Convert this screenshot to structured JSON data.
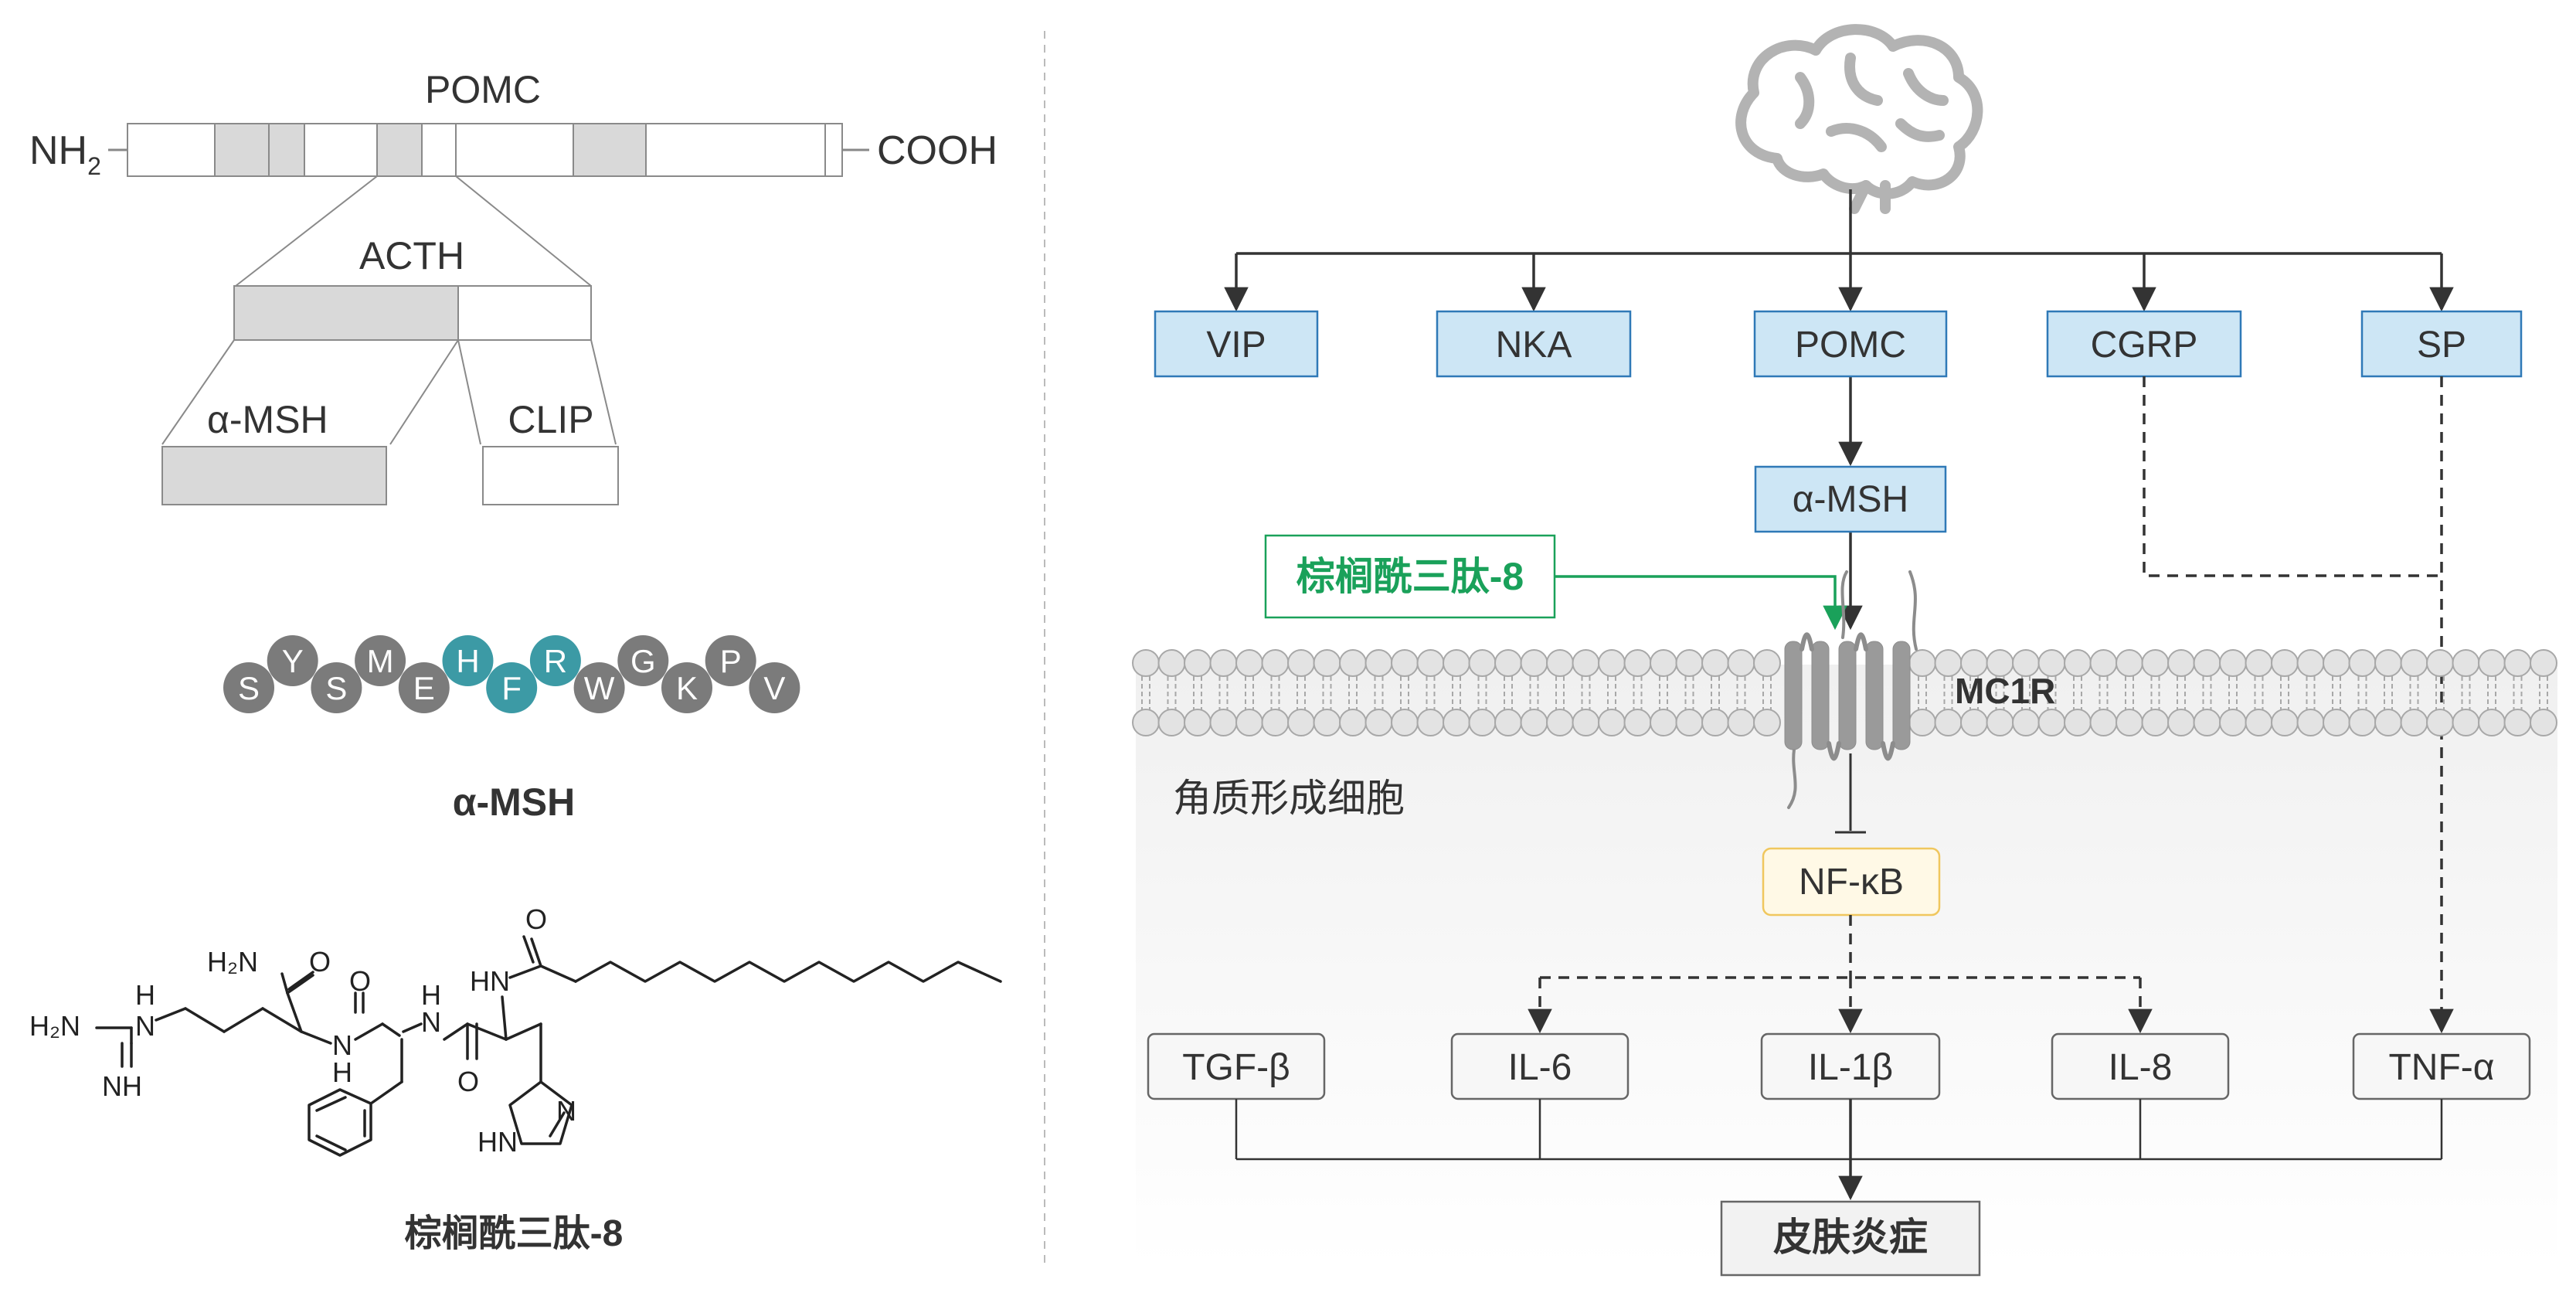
{
  "pomc_section": {
    "nh2_label": "NH",
    "nh2_subscript": "2",
    "cooh_label": "COOH",
    "pomc_label": "POMC",
    "acth_label": "ACTH",
    "amsh_label": "α-MSH",
    "clip_label": "CLIP"
  },
  "peptide": {
    "title": "α-MSH",
    "residues": [
      {
        "letter": "S",
        "highlight": false
      },
      {
        "letter": "Y",
        "highlight": false
      },
      {
        "letter": "S",
        "highlight": false
      },
      {
        "letter": "M",
        "highlight": false
      },
      {
        "letter": "E",
        "highlight": false
      },
      {
        "letter": "H",
        "highlight": true
      },
      {
        "letter": "F",
        "highlight": true
      },
      {
        "letter": "R",
        "highlight": true
      },
      {
        "letter": "W",
        "highlight": false
      },
      {
        "letter": "G",
        "highlight": false
      },
      {
        "letter": "K",
        "highlight": false
      },
      {
        "letter": "P",
        "highlight": false
      },
      {
        "letter": "V",
        "highlight": false
      }
    ],
    "normal_color": "#7b7b7b",
    "highlight_color": "#3c9aa5"
  },
  "structure": {
    "title": "棕榈酰三肽-8",
    "atoms": {
      "h2n_left": "H₂N",
      "nh_top": "H",
      "nh_top_n": "N",
      "nh_bottom": "NH",
      "amide_h2n": "H₂N",
      "amide_o": "O",
      "n1": "N",
      "h1": "H",
      "o2": "O",
      "n2": "N",
      "h2": "H",
      "o3": "O",
      "hn": "HN",
      "o4": "O",
      "ring_hn": "HN",
      "ring_n": "N"
    }
  },
  "pathway": {
    "top_boxes": [
      "VIP",
      "NKA",
      "POMC",
      "CGRP",
      "SP"
    ],
    "amsh_box": "α-MSH",
    "inhibitor": "棕榈酰三肽-8",
    "inhibitor_color": "#1aa15a",
    "receptor": "MC1R",
    "cell_label": "角质形成细胞",
    "nfkb": "NF-κB",
    "cytokines": [
      "TGF-β",
      "IL-6",
      "IL-1β",
      "IL-8",
      "TNF-α"
    ],
    "outcome": "皮肤炎症",
    "box_fill": "#cde6f5",
    "box_stroke": "#2f79b7",
    "nfkb_fill": "#fff9e6",
    "nfkb_stroke": "#f0c75e"
  }
}
